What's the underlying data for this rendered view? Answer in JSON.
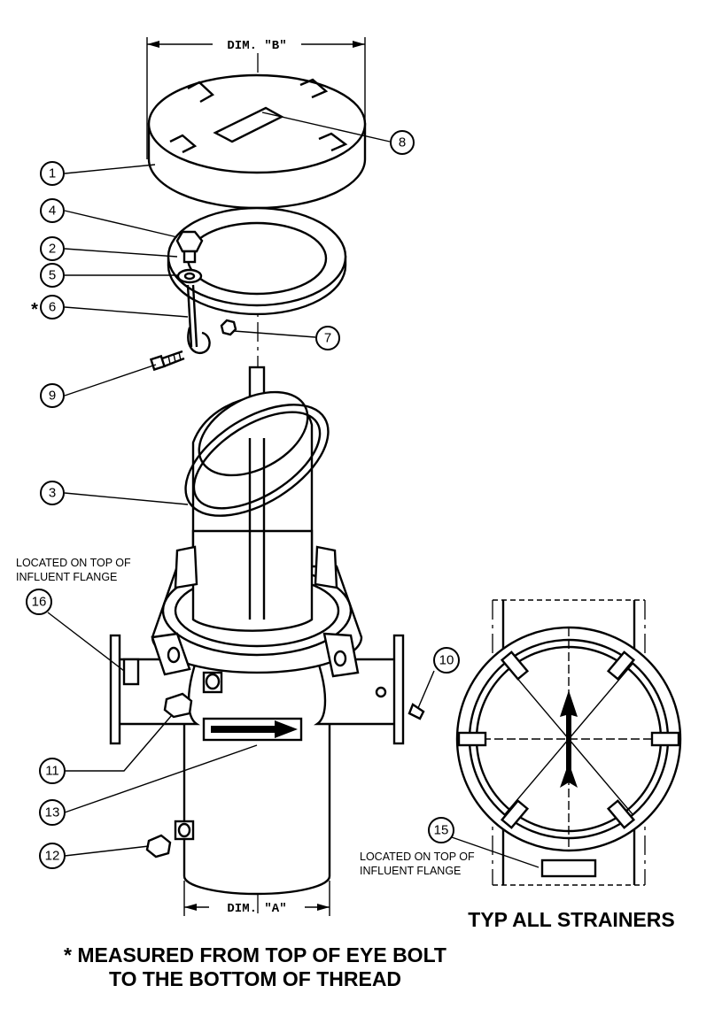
{
  "dimensions": {
    "dim_b": "DIM. \"B\"",
    "dim_a": "DIM. \"A\""
  },
  "callouts": {
    "c1": "1",
    "c2": "2",
    "c3": "3",
    "c4": "4",
    "c5": "5",
    "c6": "6",
    "c7": "7",
    "c8": "8",
    "c9": "9",
    "c10": "10",
    "c11": "11",
    "c12": "12",
    "c13": "13",
    "c15": "15",
    "c16": "16",
    "asterisk": "*"
  },
  "notes": {
    "influent_left_line1": "LOCATED ON TOP OF",
    "influent_left_line2": "INFLUENT FLANGE",
    "influent_right_line1": "LOCATED ON TOP OF",
    "influent_right_line2": "INFLUENT FLANGE",
    "typ_all": "TYP ALL STRAINERS",
    "measured_line1": "* MEASURED FROM TOP OF EYE BOLT",
    "measured_line2": "TO THE BOTTOM OF THREAD"
  }
}
